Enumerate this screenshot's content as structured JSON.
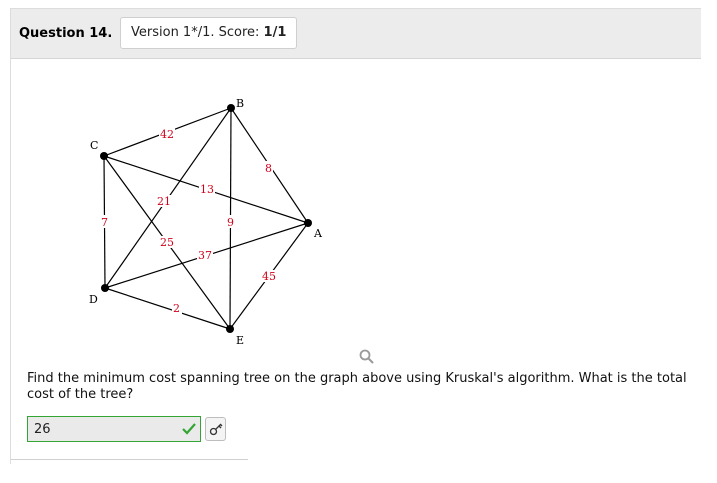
{
  "header": {
    "question_label": "Question 14.",
    "version_text": "Version 1*/1. Score: ",
    "score": "1/1"
  },
  "graph": {
    "vertices": [
      "A",
      "B",
      "C",
      "D",
      "E"
    ],
    "edges": [
      {
        "from": "C",
        "to": "B",
        "weight": "42"
      },
      {
        "from": "B",
        "to": "A",
        "weight": "8"
      },
      {
        "from": "C",
        "to": "A",
        "weight": "13"
      },
      {
        "from": "D",
        "to": "B",
        "weight": "21"
      },
      {
        "from": "C",
        "to": "D",
        "weight": "7"
      },
      {
        "from": "B",
        "to": "E",
        "weight": "9"
      },
      {
        "from": "C",
        "to": "E",
        "weight": "25"
      },
      {
        "from": "D",
        "to": "A",
        "weight": "37"
      },
      {
        "from": "A",
        "to": "E",
        "weight": "45"
      },
      {
        "from": "D",
        "to": "E",
        "weight": "2"
      }
    ],
    "edge_color": "#d0021b"
  },
  "question_text": "Find the minimum cost spanning tree on the graph above using Kruskal's algorithm. What is the total cost of the tree?",
  "answer": {
    "value": "26",
    "status": "correct",
    "status_color": "#33a532"
  },
  "icons": {
    "zoom": "magnifier-icon",
    "check": "checkmark-icon",
    "key": "key-icon"
  }
}
